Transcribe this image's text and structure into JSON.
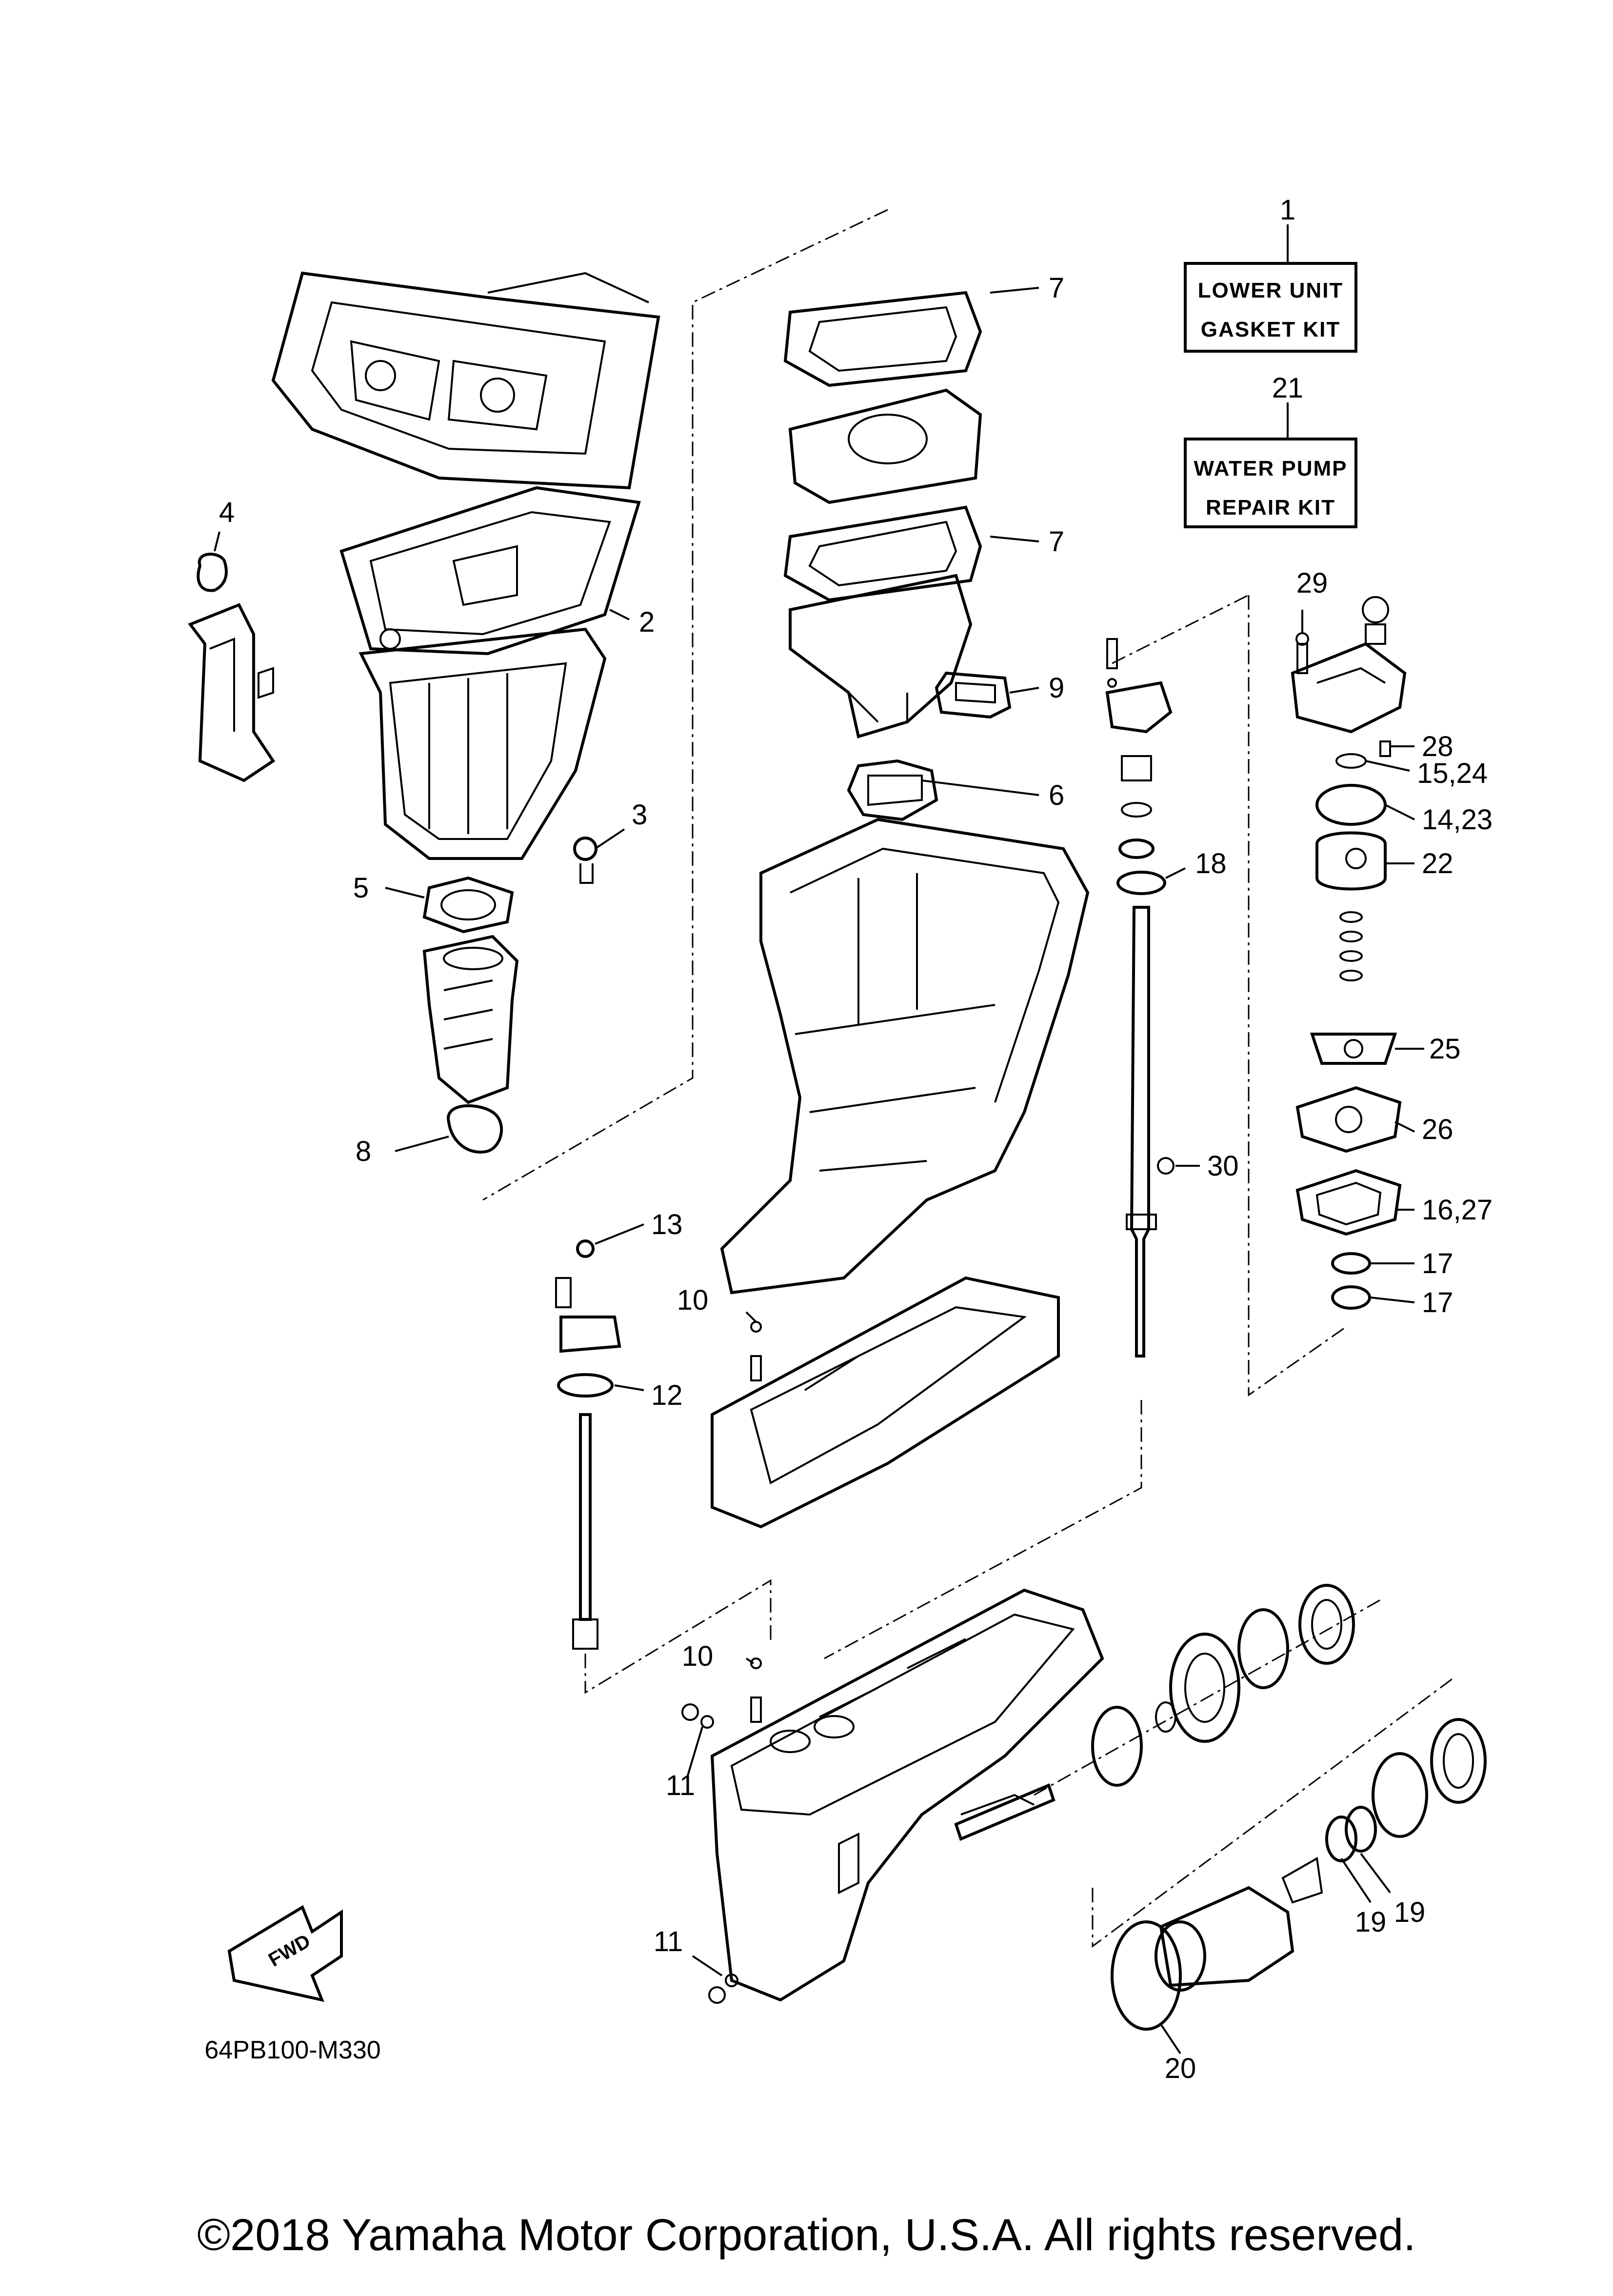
{
  "callouts": [
    {
      "id": "c1",
      "label": "1"
    },
    {
      "id": "c2",
      "label": "2"
    },
    {
      "id": "c3",
      "label": "3"
    },
    {
      "id": "c4",
      "label": "4"
    },
    {
      "id": "c5",
      "label": "5"
    },
    {
      "id": "c6",
      "label": "6"
    },
    {
      "id": "c7a",
      "label": "7"
    },
    {
      "id": "c7b",
      "label": "7"
    },
    {
      "id": "c8",
      "label": "8"
    },
    {
      "id": "c9",
      "label": "9"
    },
    {
      "id": "c10a",
      "label": "10"
    },
    {
      "id": "c10b",
      "label": "10"
    },
    {
      "id": "c11a",
      "label": "11"
    },
    {
      "id": "c11b",
      "label": "11"
    },
    {
      "id": "c12",
      "label": "12"
    },
    {
      "id": "c13",
      "label": "13"
    },
    {
      "id": "c14",
      "label": "14,23"
    },
    {
      "id": "c15",
      "label": "15,24"
    },
    {
      "id": "c16",
      "label": "16,27"
    },
    {
      "id": "c17a",
      "label": "17"
    },
    {
      "id": "c17b",
      "label": "17"
    },
    {
      "id": "c18",
      "label": "18"
    },
    {
      "id": "c19a",
      "label": "19"
    },
    {
      "id": "c19b",
      "label": "19"
    },
    {
      "id": "c20",
      "label": "20"
    },
    {
      "id": "c21",
      "label": "21"
    },
    {
      "id": "c22",
      "label": "22"
    },
    {
      "id": "c25",
      "label": "25"
    },
    {
      "id": "c26",
      "label": "26"
    },
    {
      "id": "c28",
      "label": "28"
    },
    {
      "id": "c29",
      "label": "29"
    },
    {
      "id": "c30",
      "label": "30"
    }
  ],
  "kits": {
    "lower_unit": {
      "line1": "LOWER UNIT",
      "line2": "GASKET KIT"
    },
    "water_pump": {
      "line1": "WATER PUMP",
      "line2": "REPAIR KIT"
    }
  },
  "fwd_label": "FWD",
  "diagram_code": "64PB100-M330",
  "copyright": "©2018 Yamaha Motor Corporation, U.S.A. All rights reserved."
}
